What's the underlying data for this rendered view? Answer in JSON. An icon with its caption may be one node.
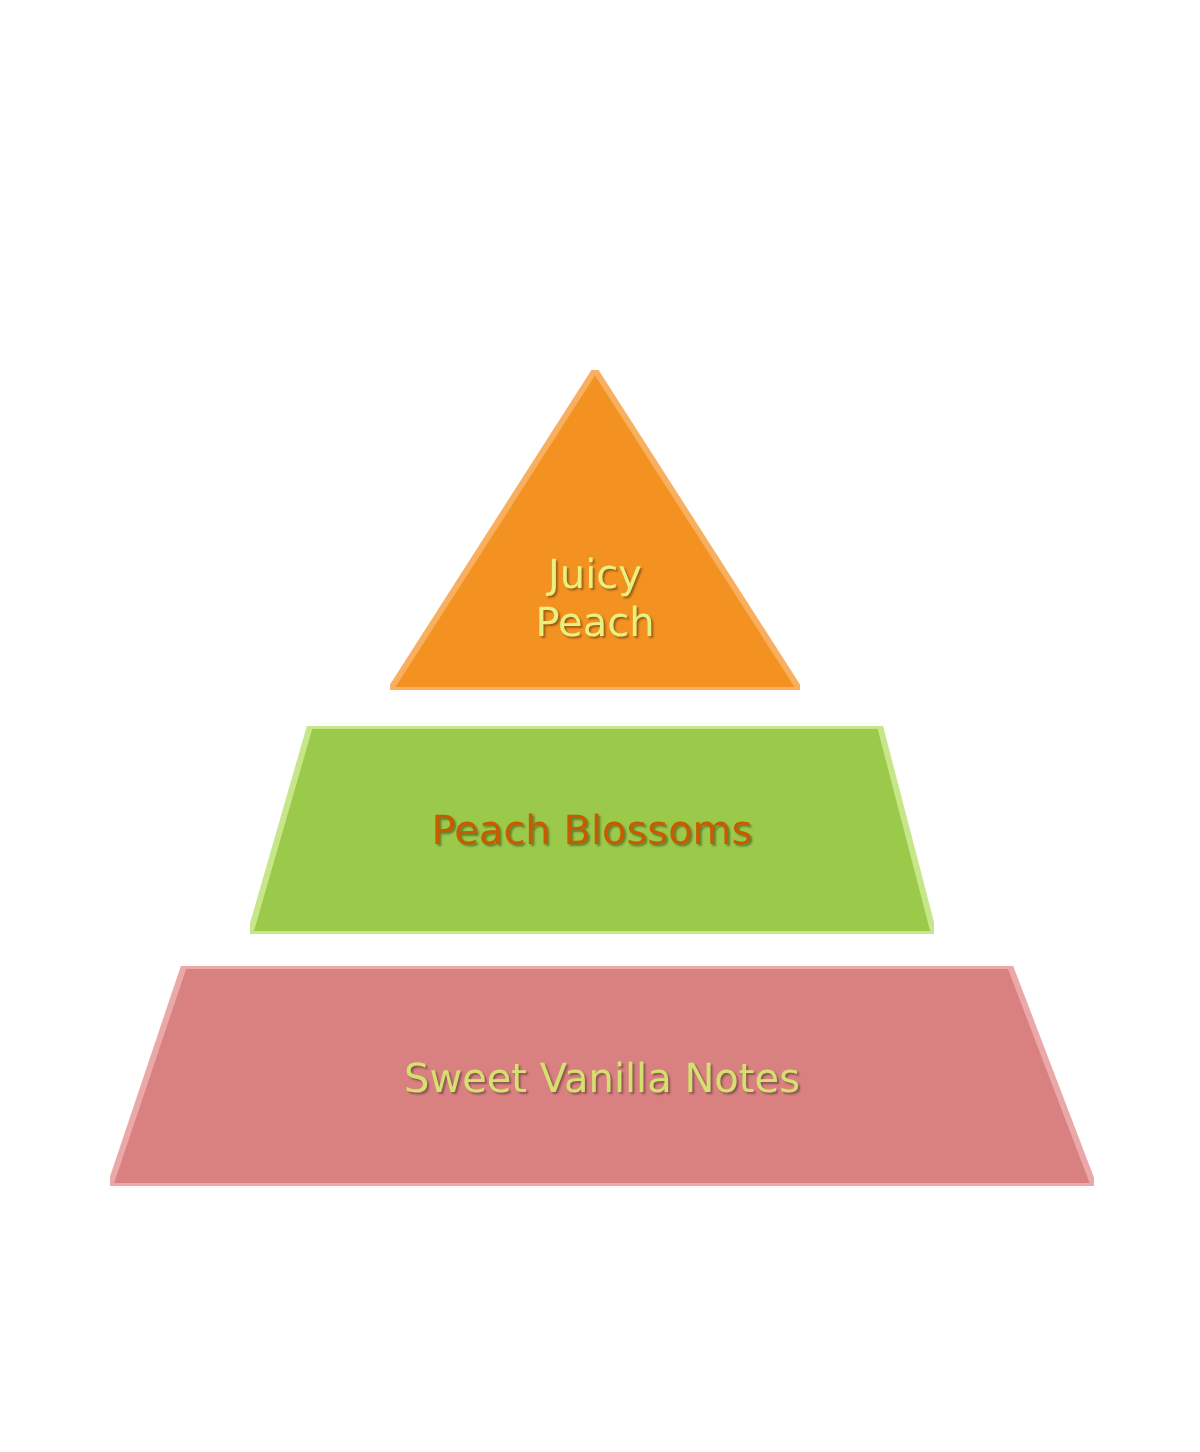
{
  "diagram": {
    "nodes": [
      {
        "text": [
          "Juicy Peach"
        ]
      },
      {
        "text": [
          "Peach Blossoms"
        ]
      },
      {
        "text": [
          "Sweet Vanilla Notes"
        ]
      }
    ]
  }
}
